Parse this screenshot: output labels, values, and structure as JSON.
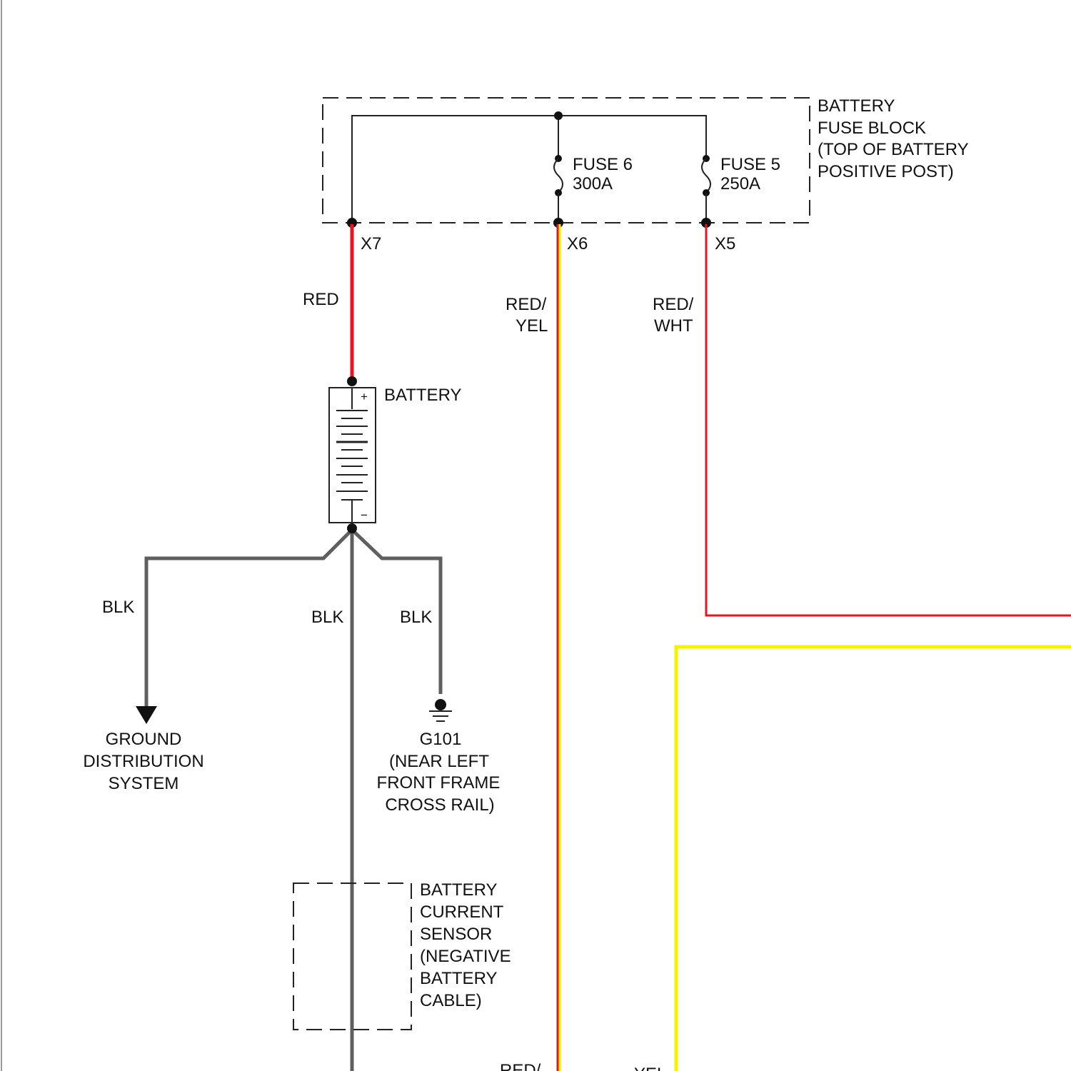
{
  "fuse_block": {
    "label_lines": [
      "BATTERY",
      "FUSE BLOCK",
      "(TOP OF BATTERY",
      "POSITIVE POST)"
    ],
    "fuse6": {
      "name": "FUSE 6",
      "rating": "300A"
    },
    "fuse5": {
      "name": "FUSE 5",
      "rating": "250A"
    },
    "terminals": {
      "x7": "X7",
      "x6": "X6",
      "x5": "X5"
    }
  },
  "wires": {
    "x7_color": "RED",
    "x6_color_lines": [
      "RED/",
      "YEL"
    ],
    "x5_color_lines": [
      "RED/",
      "WHT"
    ],
    "ground_left": "BLK",
    "ground_center": "BLK",
    "ground_right": "BLK",
    "bottom_left_partial": "RED/",
    "bottom_right_partial": "YEL"
  },
  "battery": {
    "label": "BATTERY",
    "plus": "+",
    "minus": "−"
  },
  "ground_distribution": {
    "label_lines": [
      "GROUND",
      "DISTRIBUTION",
      "SYSTEM"
    ]
  },
  "g101": {
    "label_lines": [
      "G101",
      "(NEAR LEFT",
      "FRONT FRAME",
      "CROSS RAIL)"
    ]
  },
  "current_sensor": {
    "label_lines": [
      "BATTERY",
      "CURRENT",
      "SENSOR",
      "(NEGATIVE",
      "BATTERY",
      "CABLE)"
    ]
  },
  "colors": {
    "red": "#e8141e",
    "yellow": "#f4f400",
    "black_wire": "#5f5f5f",
    "line": "#222222"
  }
}
